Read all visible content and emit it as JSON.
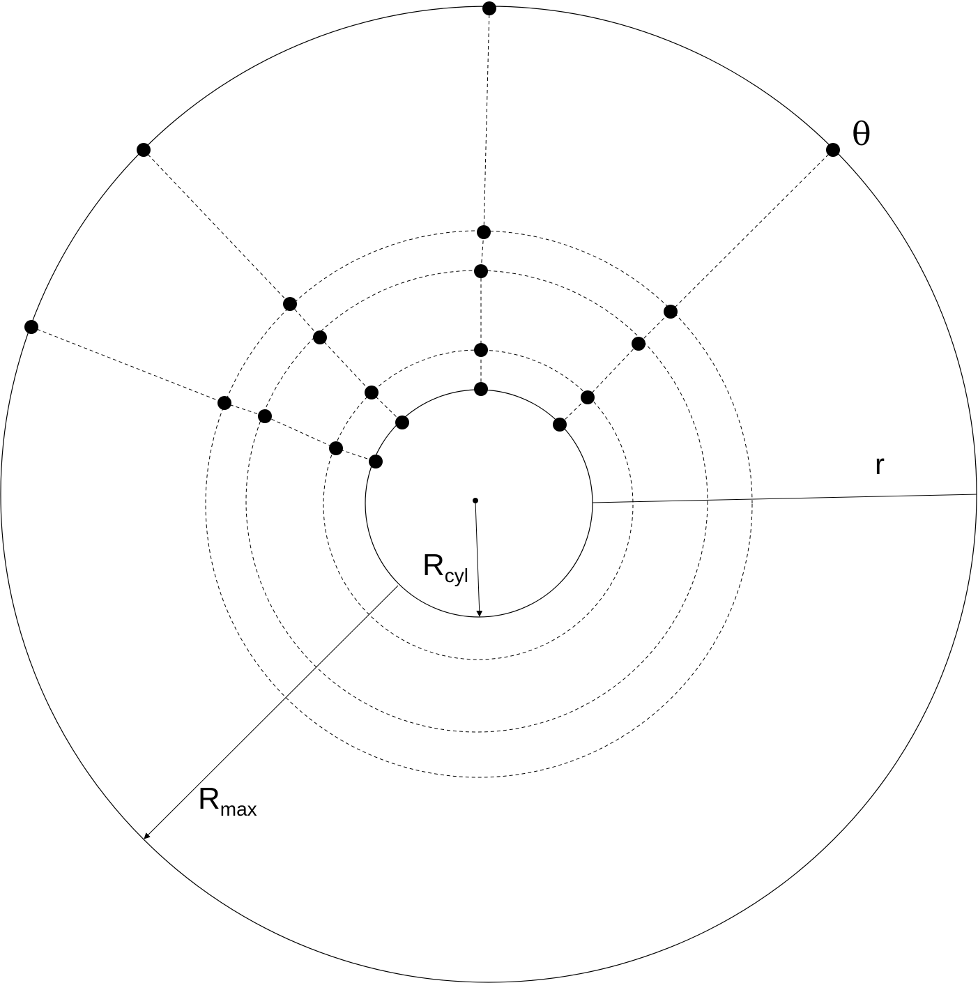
{
  "labels": {
    "theta": "θ",
    "r": "r",
    "r_cyl_main": "R",
    "r_cyl_sub": "cyl",
    "r_max_main": "R",
    "r_max_sub": "max"
  },
  "colors": {
    "stroke": "#000000",
    "background": "#ffffff"
  }
}
